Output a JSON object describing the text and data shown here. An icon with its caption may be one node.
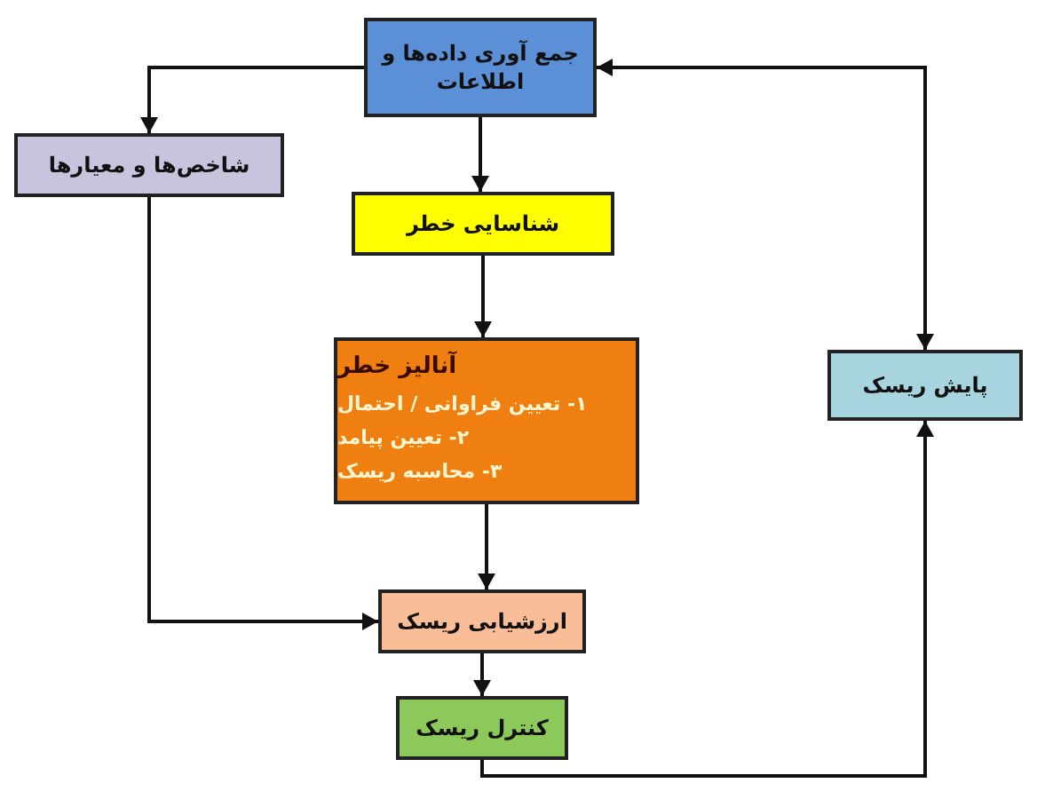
{
  "diagram": {
    "nodes": [
      {
        "text": [
          "جمع آوری داده‌ها و اطلاعات"
        ]
      },
      {
        "text": [
          "شاخص‌ها و معیارها"
        ]
      },
      {
        "text": [
          "شناسایی خطر"
        ]
      },
      {
        "text": [
          "آنالیز خطر",
          "۱- تعیین فراوانی / احتمال",
          "۲- تعیین پیامد",
          "۳- محاسبه ریسک"
        ]
      },
      {
        "text": [
          "ارزشیابی ریسک"
        ]
      },
      {
        "text": [
          "کنترل ریسک"
        ]
      },
      {
        "text": [
          "پایش ریسک"
        ]
      }
    ],
    "edges": [
      {
        "from": 0,
        "to": 2,
        "arrow": "to"
      },
      {
        "from": 2,
        "to": 3,
        "arrow": "to"
      },
      {
        "from": 3,
        "to": 4,
        "arrow": "to"
      },
      {
        "from": 4,
        "to": 5,
        "arrow": "to"
      },
      {
        "from": 0,
        "to": 1,
        "arrow": "to"
      },
      {
        "from": 1,
        "to": 4,
        "arrow": "to"
      },
      {
        "from": 5,
        "to": 6,
        "arrow": "to"
      },
      {
        "from": 6,
        "to": 0,
        "arrow": "both"
      }
    ]
  }
}
